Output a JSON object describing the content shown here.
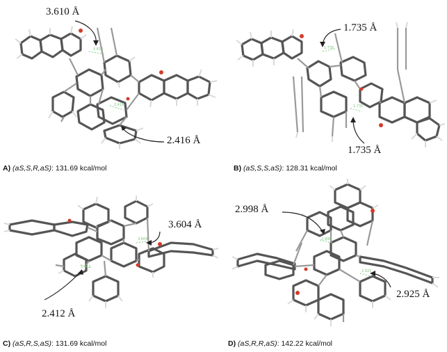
{
  "colors": {
    "bond_dark": "#555555",
    "bond_light": "#9a9a9a",
    "hydrogen": "#d9d9d9",
    "oxygen": "#d23b2a",
    "interaction": "#8fd48f",
    "arrow": "#222222"
  },
  "panels": [
    {
      "id": "A",
      "letter": "A)",
      "config": "(aS,S,R,aS)",
      "energy": ": 131.69 kcal/mol",
      "distances": [
        "3.610 Å",
        "2.416 Å"
      ]
    },
    {
      "id": "B",
      "letter": "B)",
      "config": "(aS,S,S,aS)",
      "energy": ": 128.31 kcal/mol",
      "distances": [
        "1.735 Å",
        "1.735 Å"
      ]
    },
    {
      "id": "C",
      "letter": "C)",
      "config": "(aS,R,S,aS)",
      "energy": ": 131.69 kcal/mol",
      "distances": [
        "3.604 Å",
        "2.412 Å"
      ]
    },
    {
      "id": "D",
      "letter": "D)",
      "config": "(aS,R,R,aS)",
      "energy": ": 142.22 kcal/mol",
      "distances": [
        "2.998 Å",
        "2.925 Å"
      ]
    }
  ]
}
